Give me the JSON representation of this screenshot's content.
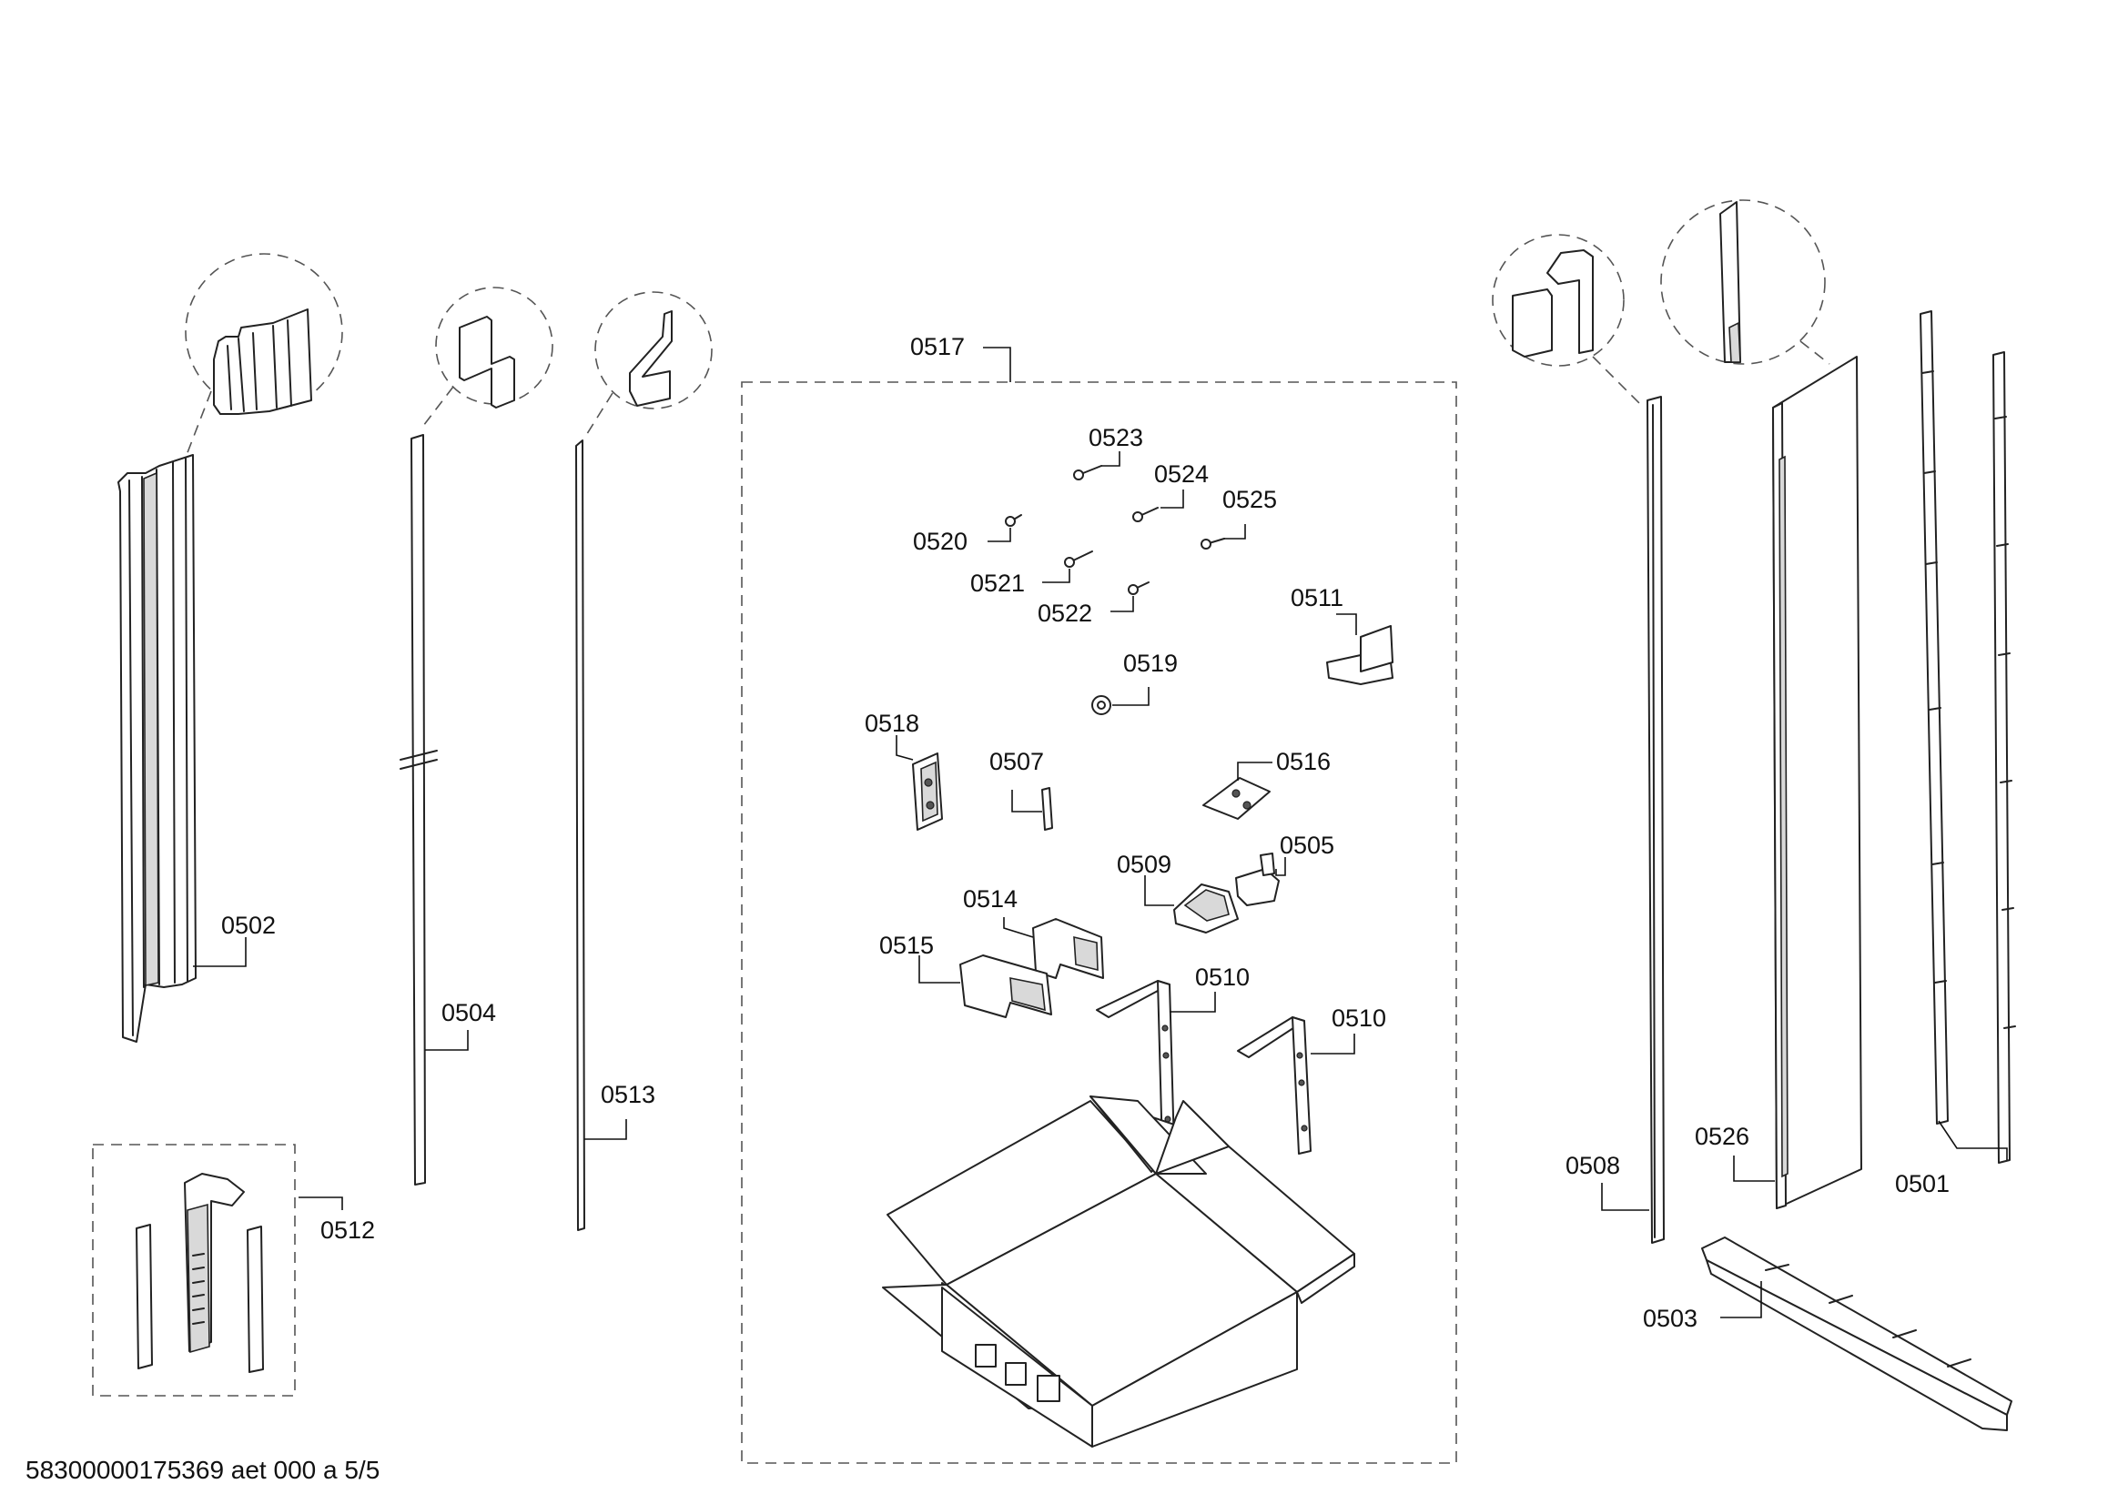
{
  "footer": {
    "text": "58300000175369 aet 000 a 5/5"
  },
  "labels": {
    "p0501": "0501",
    "p0502": "0502",
    "p0503": "0503",
    "p0504": "0504",
    "p0505": "0505",
    "p0507": "0507",
    "p0508": "0508",
    "p0509": "0509",
    "p0510a": "0510",
    "p0510b": "0510",
    "p0511": "0511",
    "p0512": "0512",
    "p0513": "0513",
    "p0514": "0514",
    "p0515": "0515",
    "p0516": "0516",
    "p0517": "0517",
    "p0518": "0518",
    "p0519": "0519",
    "p0520": "0520",
    "p0521": "0521",
    "p0522": "0522",
    "p0523": "0523",
    "p0524": "0524",
    "p0525": "0525",
    "p0526": "0526"
  }
}
